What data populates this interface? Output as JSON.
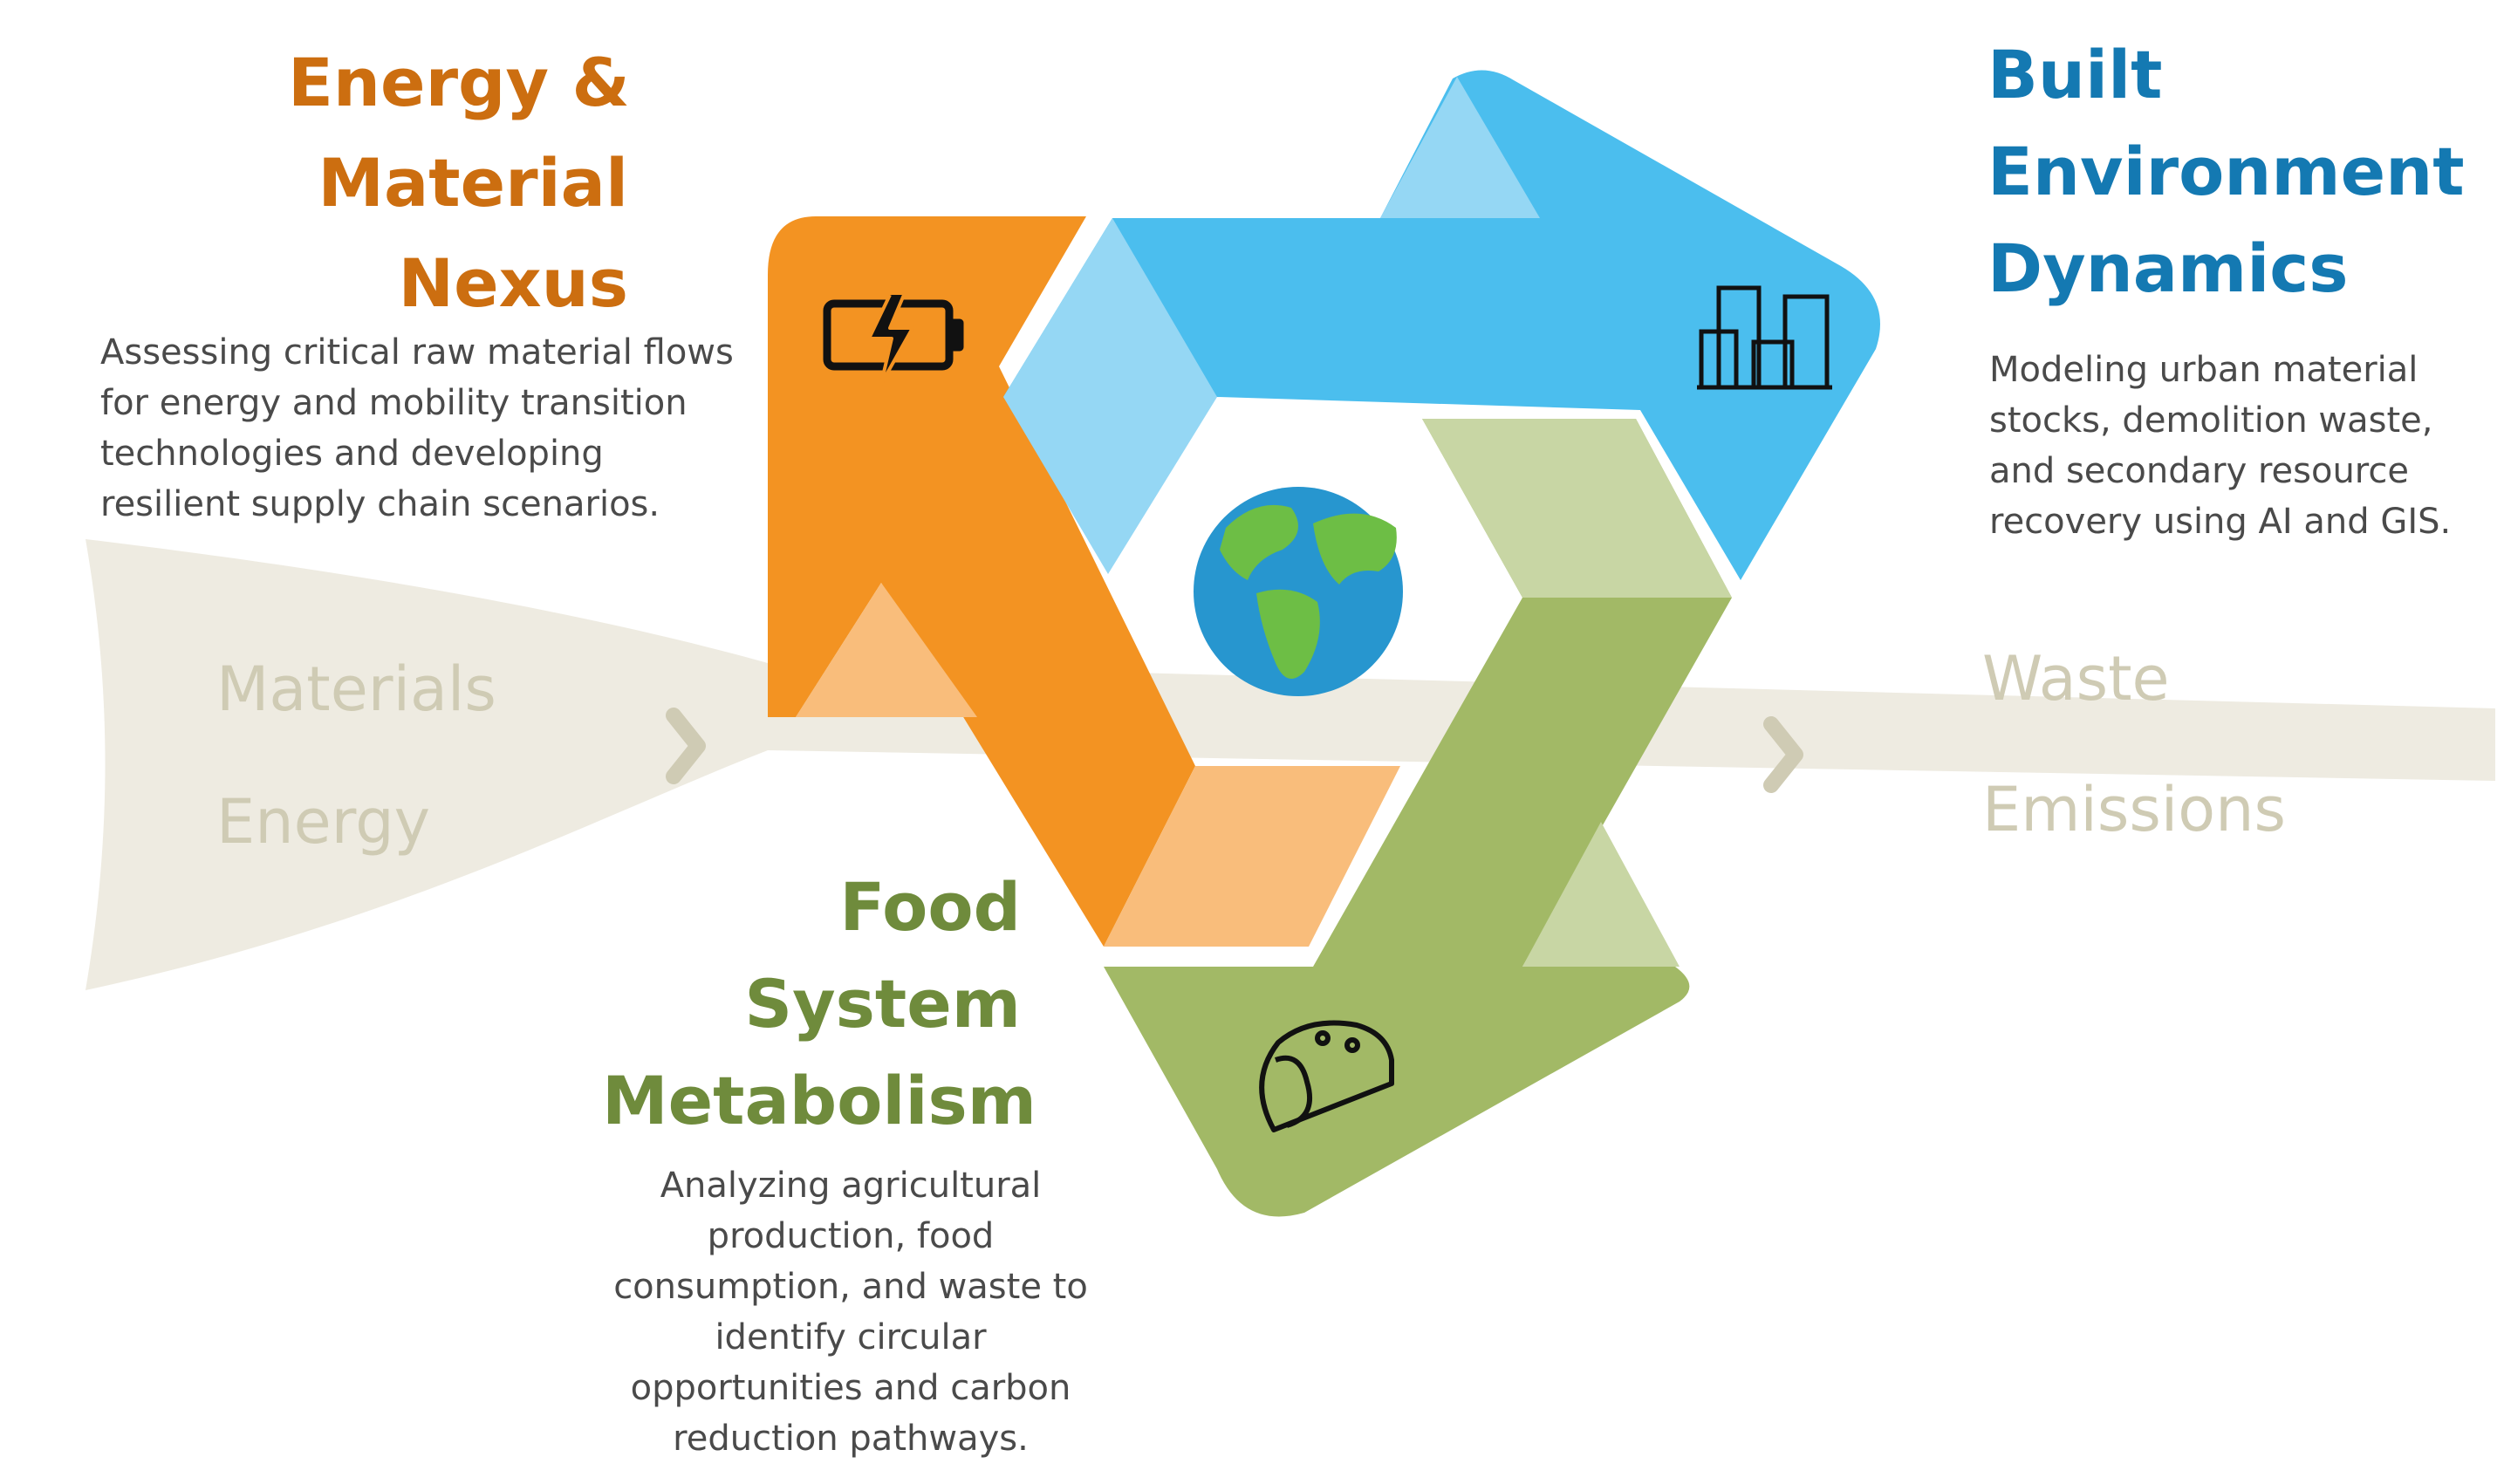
{
  "nodes": {
    "energy": {
      "title_lines": [
        "Energy &",
        "Material",
        "Nexus"
      ],
      "description_lines": [
        "Assessing critical raw material flows",
        "for energy and mobility transition",
        "technologies and developing",
        "resilient supply chain scenarios."
      ],
      "icon": "battery-charging-icon",
      "color": "#F39322"
    },
    "built": {
      "title_lines": [
        "Built",
        "Environment",
        "Dynamics"
      ],
      "description_lines": [
        "Modeling urban material",
        "stocks, demolition waste,",
        "and secondary resource",
        "recovery using AI and GIS."
      ],
      "icon": "city-buildings-icon",
      "color": "#4BBEEE"
    },
    "food": {
      "title_lines": [
        "Food",
        "System",
        "Metabolism"
      ],
      "description_lines": [
        "Analyzing agricultural",
        "production, food",
        "consumption, and waste to",
        "identify circular",
        "opportunities and carbon",
        "reduction pathways."
      ],
      "icon": "taco-icon",
      "color": "#A2B966"
    }
  },
  "inputs": [
    "Materials",
    "Energy"
  ],
  "outputs": [
    "Waste",
    "Emissions"
  ],
  "center_icon": "globe-icon",
  "colors": {
    "flow_band": "#EEEBE1",
    "flow_text": "#CFCBB4",
    "chevron": "#CFCBB4",
    "orange_title": "#CC6E10",
    "blue_title": "#1479B2",
    "green_title": "#6F8B3C"
  }
}
